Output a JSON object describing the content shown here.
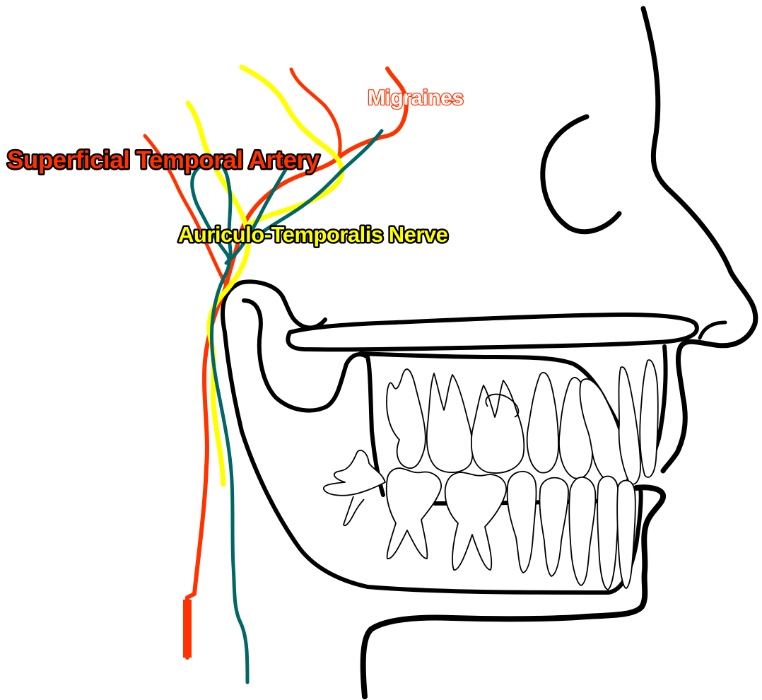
{
  "labels": {
    "artery": "Superficial Temporal Artery",
    "nerve": "Auriculo-Temporalis Nerve",
    "migraines": "Migraines"
  },
  "colors": {
    "artery": "#ff3300",
    "nerve": "#ffff00",
    "vessel": "#006666",
    "outline": "#000000",
    "artery_label_outline": "#000000",
    "nerve_label_outline": "#000000",
    "migraines_label_fill": "#ffffff",
    "migraines_label_outline": "#ff3300"
  }
}
